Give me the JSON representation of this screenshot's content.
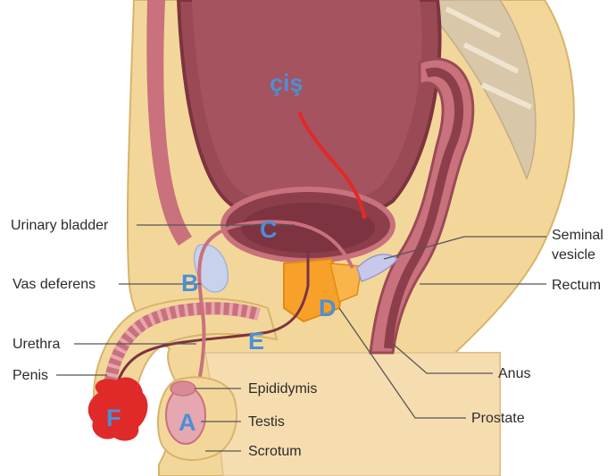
{
  "labels": {
    "urinary_bladder": "Urinary bladder",
    "vas_deferens": "Vas deferens",
    "urethra": "Urethra",
    "penis": "Penis",
    "epididymis": "Epididymis",
    "testis": "Testis",
    "scrotum": "Scrotum",
    "seminal_vesicle_1": "Seminal",
    "seminal_vesicle_2": "vesicle",
    "rectum": "Rectum",
    "anus": "Anus",
    "prostate": "Prostate"
  },
  "letters": {
    "a": "A",
    "b": "B",
    "c": "C",
    "d": "D",
    "e": "E",
    "f": "F"
  },
  "annotation": {
    "text": "çiş"
  },
  "colors": {
    "skin": "#f3d79a",
    "skin_outline": "#d9b36a",
    "bladder": "#9a4a55",
    "bladder_dark": "#7d3340",
    "muscle": "#c9717c",
    "prostate": "#f7a12a",
    "seminal": "#c8c8ec",
    "letter": "#4b8fd8",
    "marker_red": "#e02a2a",
    "spine": "#d8c7a8"
  }
}
